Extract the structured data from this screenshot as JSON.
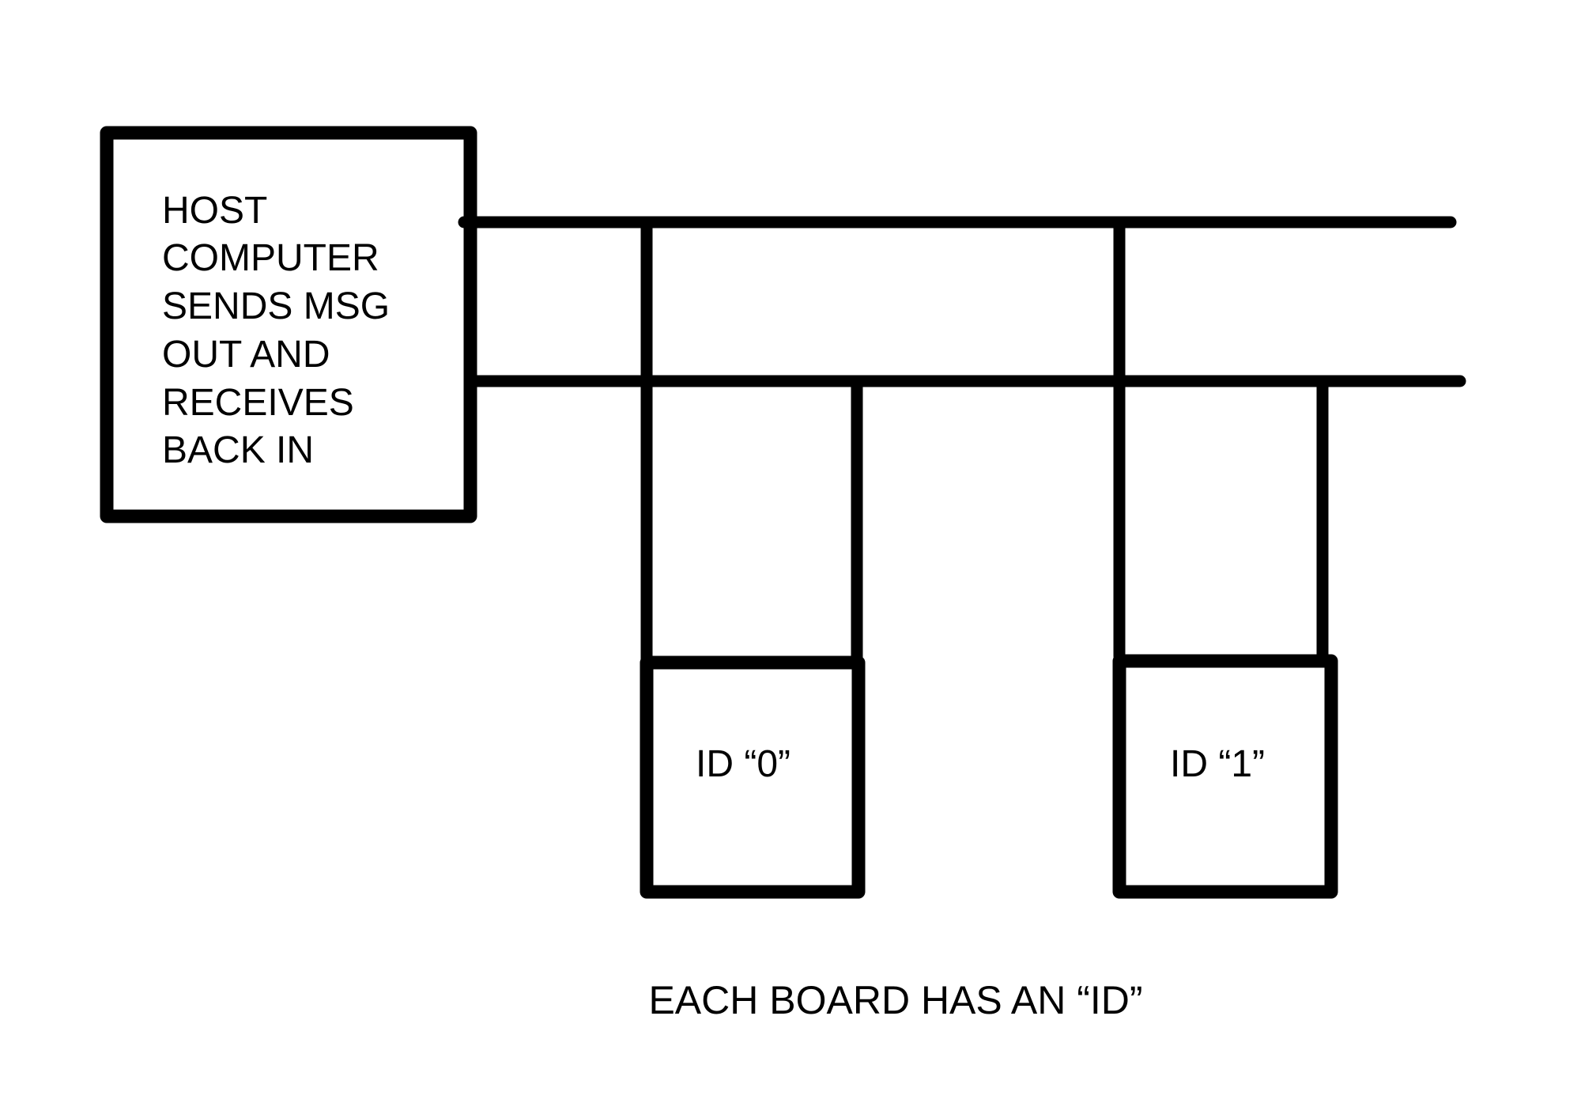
{
  "host": {
    "label_lines": [
      "HOST",
      "COMPUTER",
      "SENDS MSG",
      "OUT AND",
      "RECEIVES",
      "BACK IN"
    ]
  },
  "boards": [
    {
      "label": "ID “0”"
    },
    {
      "label": "ID “1”"
    }
  ],
  "caption": "EACH BOARD HAS AN “ID”",
  "colors": {
    "line": "#000000",
    "background": "#ffffff"
  }
}
